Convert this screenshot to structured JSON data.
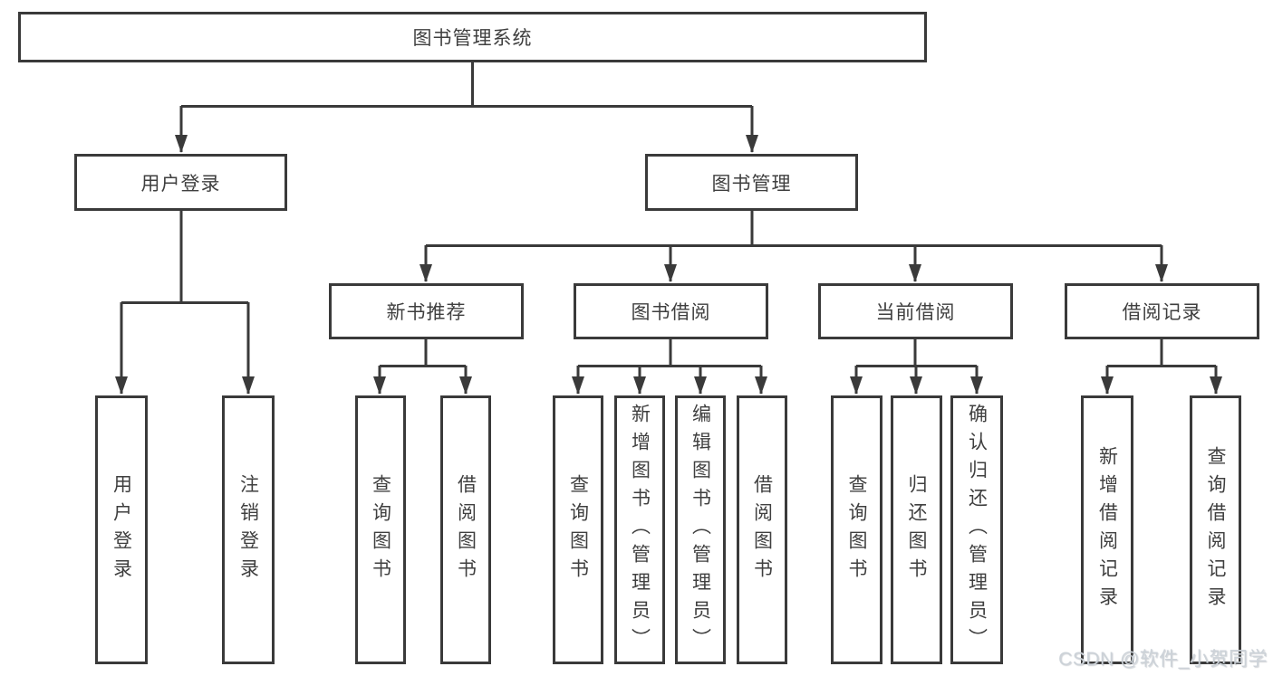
{
  "diagram": {
    "root": {
      "label": "图书管理系统"
    },
    "level2": [
      {
        "label": "用户登录"
      },
      {
        "label": "图书管理"
      }
    ],
    "level3": [
      {
        "label": "新书推荐"
      },
      {
        "label": "图书借阅"
      },
      {
        "label": "当前借阅"
      },
      {
        "label": "借阅记录"
      }
    ],
    "leaves": [
      {
        "label": "用户登录"
      },
      {
        "label": "注销登录"
      },
      {
        "label": "查询图书"
      },
      {
        "label": "借阅图书"
      },
      {
        "label": "查询图书"
      },
      {
        "label": "新增图书（管理员）"
      },
      {
        "label": "编辑图书（管理员）"
      },
      {
        "label": "借阅图书"
      },
      {
        "label": "查询图书"
      },
      {
        "label": "归还图书"
      },
      {
        "label": "确认归还（管理员）"
      },
      {
        "label": "新增借阅记录"
      },
      {
        "label": "查询借阅记录"
      }
    ],
    "colors": {
      "line": "#3a3a3a",
      "text": "#3f3f3f",
      "box_background": "#ffffff",
      "watermark_text": "#ccd2d8"
    },
    "watermark": "CSDN @软件_小贺同学"
  }
}
